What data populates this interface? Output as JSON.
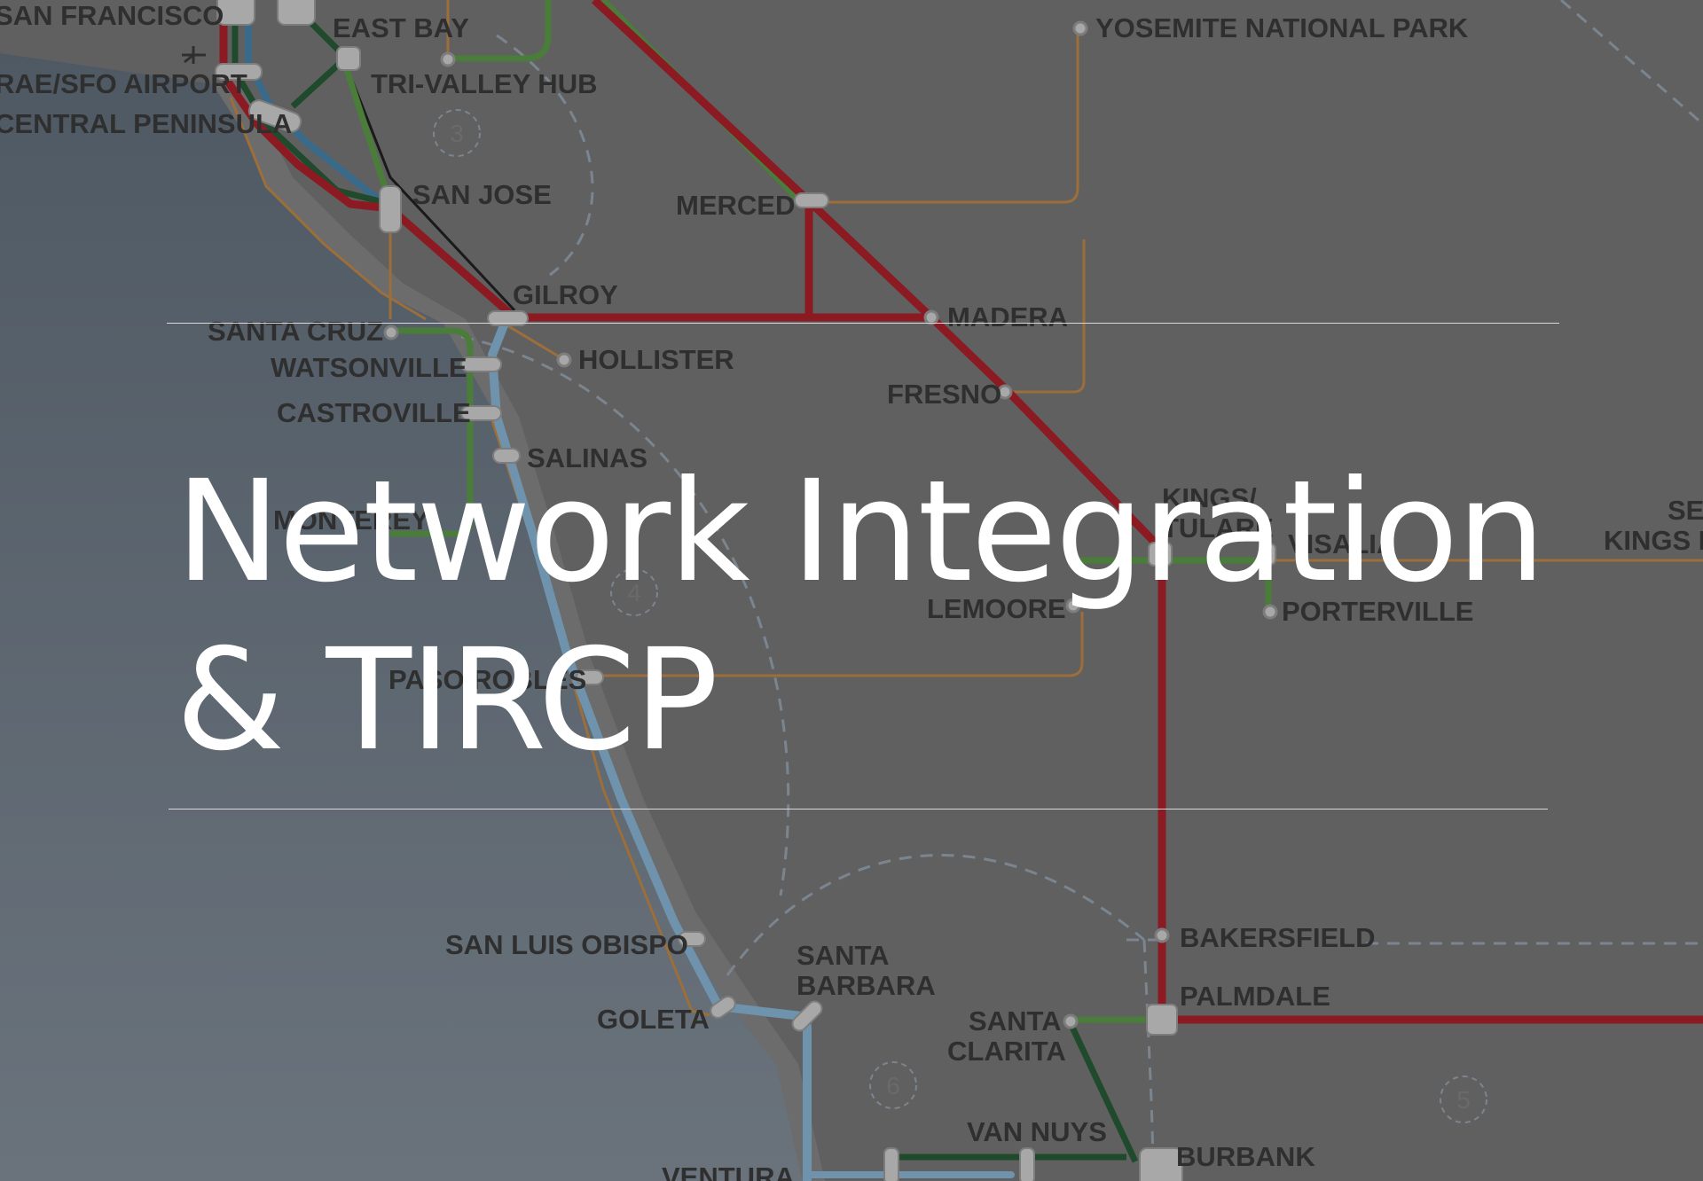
{
  "slide": {
    "title_line1": "Network Integration",
    "title_line2": "& TIRCP"
  },
  "map": {
    "stations": {
      "san_francisco": "SAN FRANCISCO",
      "east_bay": "EAST BAY",
      "yosemite": "YOSEMITE NATIONAL PARK",
      "sfo_airport": "RAE/SFO AIRPORT",
      "tri_valley_hub": "TRI-VALLEY HUB",
      "central_peninsula": "CENTRAL PENINSULA",
      "san_jose": "SAN JOSE",
      "merced": "MERCED",
      "gilroy": "GILROY",
      "madera": "MADERA",
      "santa_cruz": "SANTA CRUZ",
      "hollister": "HOLLISTER",
      "watsonville": "WATSONVILLE",
      "fresno": "FRESNO",
      "castroville": "CASTROVILLE",
      "salinas": "SALINAS",
      "monterey": "MONTEREY",
      "kings_line1": "KINGS/",
      "kings_line2": "TULARE",
      "visalia": "VISALIA",
      "sequoia_line1": "SEQ",
      "sequoia_line2": "KINGS N",
      "lemoore": "LEMOORE",
      "porterville": "PORTERVILLE",
      "paso_robles": "PASO ROBLES",
      "san_luis_obispo": "SAN LUIS OBISPO",
      "bakersfield": "BAKERSFIELD",
      "santa_barbara_line1": "SANTA",
      "santa_barbara_line2": "BARBARA",
      "palmdale": "PALMDALE",
      "goleta": "GOLETA",
      "santa_clarita_line1": "SANTA",
      "santa_clarita_line2": "CLARITA",
      "van_nuys": "VAN NUYS",
      "burbank": "BURBANK",
      "ventura": "VENTURA"
    },
    "zones": {
      "z3": "3",
      "z4": "4",
      "z5": "5",
      "z6": "6"
    },
    "colors": {
      "red_line": "#8c1a22",
      "green_line": "#4a7d3a",
      "dark_green_line": "#1f4a2b",
      "blue_line": "#3a6a8a",
      "light_blue_line": "#6f93ad",
      "orange_line": "#9c6e3a",
      "black_line": "#1a1a1a",
      "ocean": "#58616b",
      "land": "#606060"
    }
  }
}
